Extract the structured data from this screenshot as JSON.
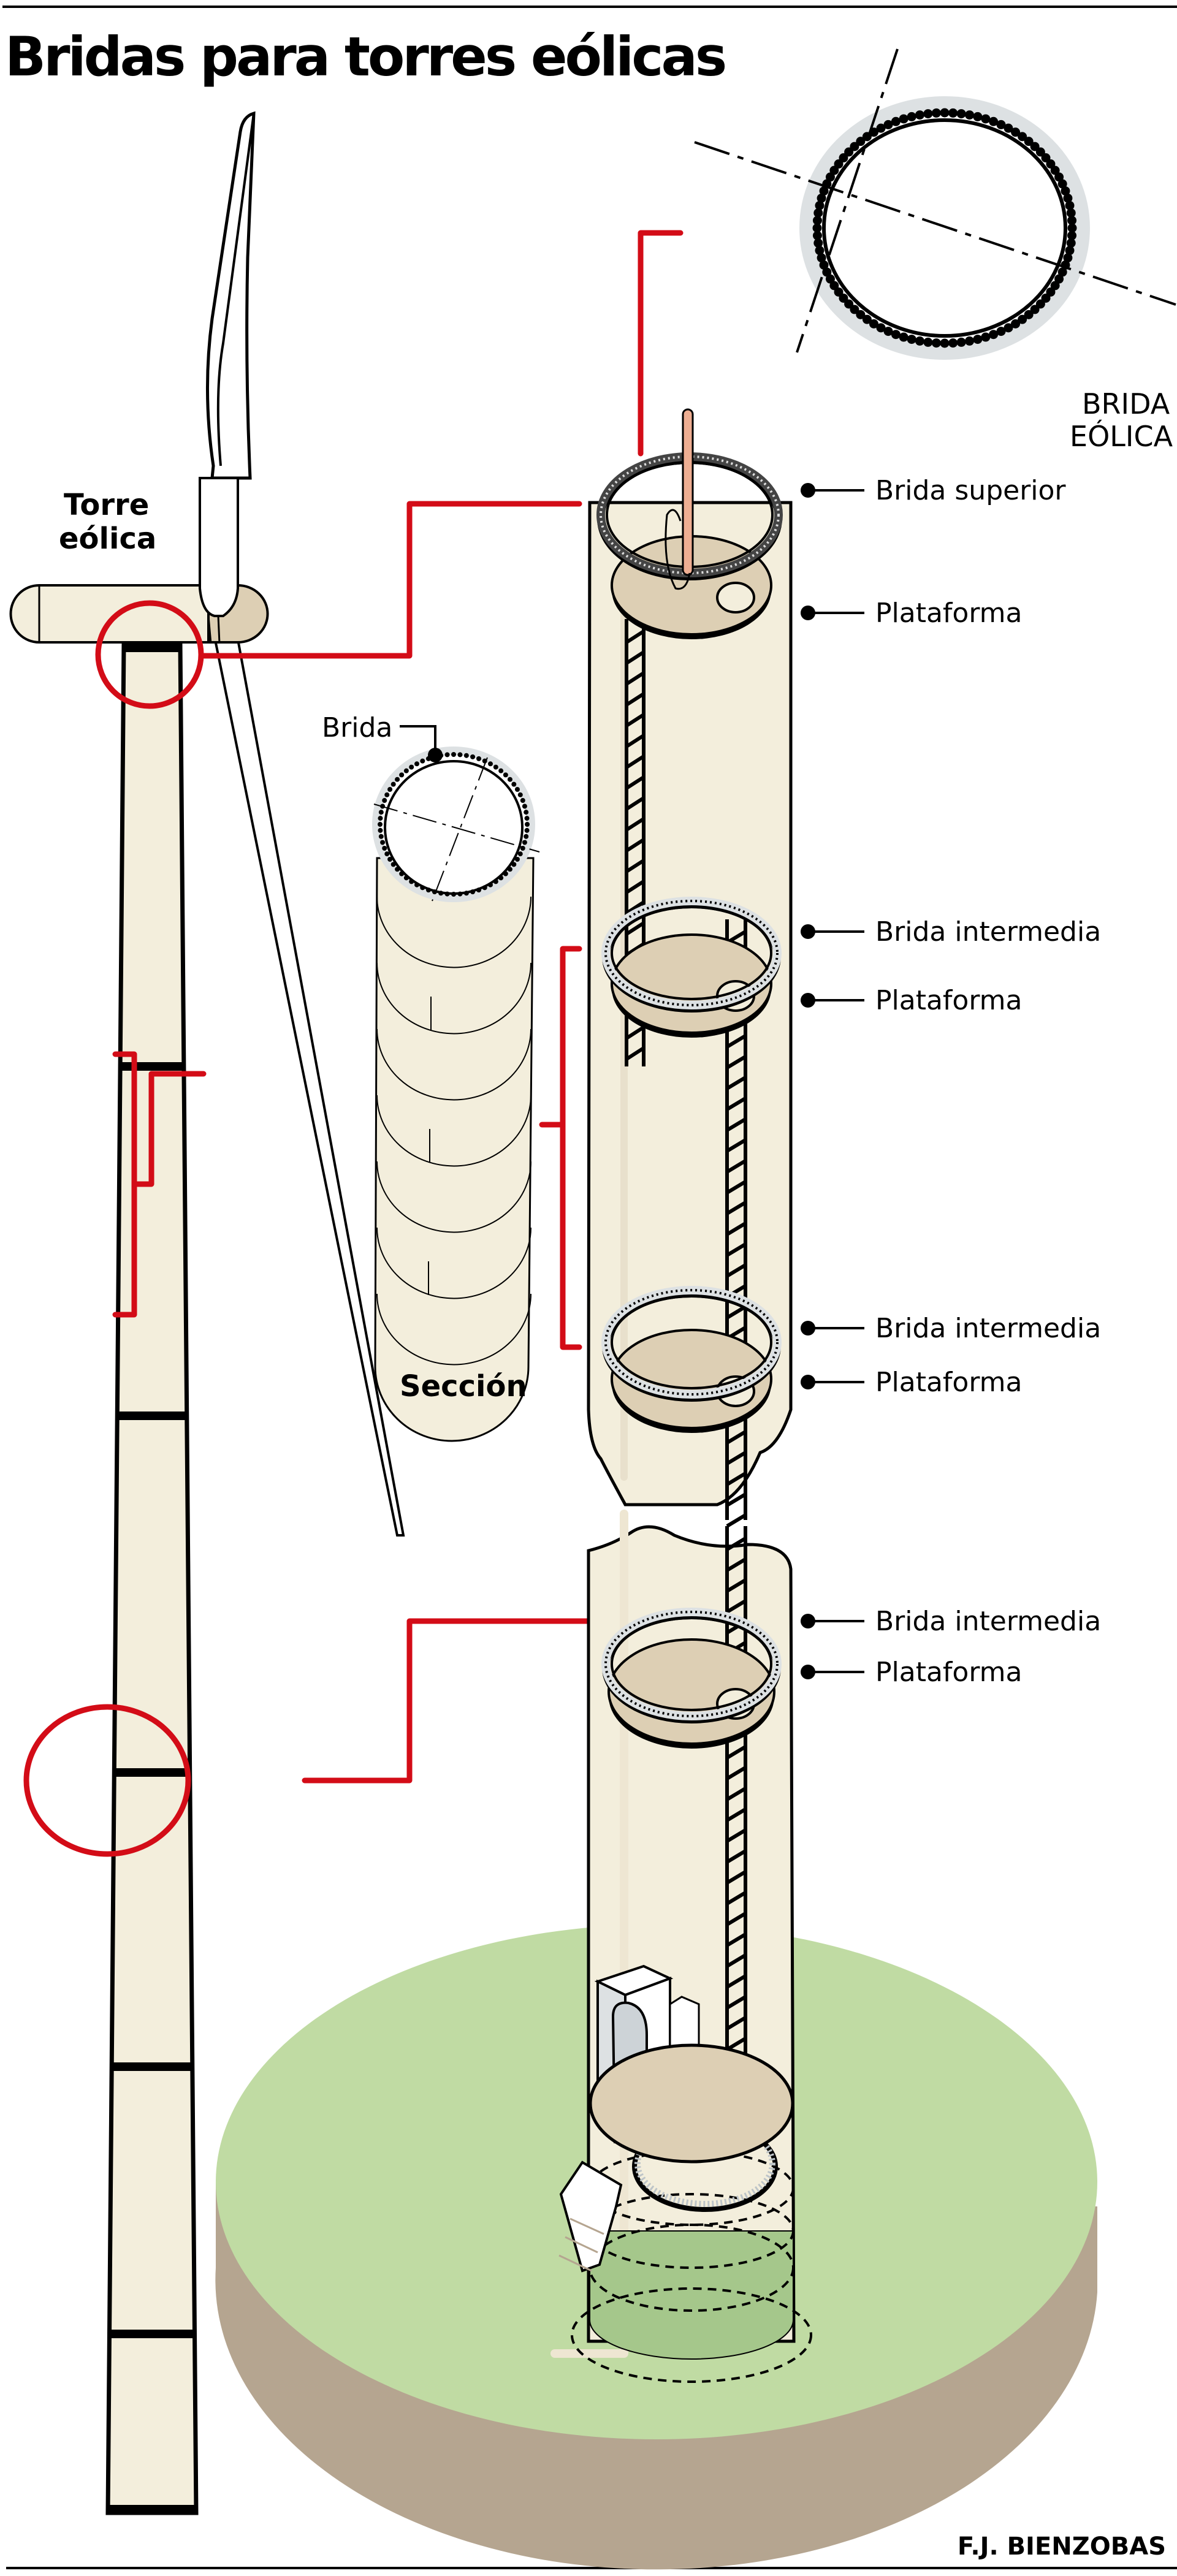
{
  "title": "Bridas para torres eólicas",
  "labels": {
    "tower_name_line1": "Torre",
    "tower_name_line2": "eólica",
    "flange_detail_line1": "BRIDA",
    "flange_detail_line2": "EÓLICA",
    "section_flange": "Brida",
    "section": "Sección",
    "callouts": [
      {
        "text": "Brida superior"
      },
      {
        "text": "Plataforma"
      },
      {
        "text": "Brida intermedia"
      },
      {
        "text": "Plataforma"
      },
      {
        "text": "Brida intermedia"
      },
      {
        "text": "Plataforma"
      },
      {
        "text": "Brida intermedia"
      },
      {
        "text": "Plataforma"
      }
    ]
  },
  "credit": "F.J. BIENZOBAS",
  "colors": {
    "accent_red": "#d30c17",
    "tower_cream": "#f3eedc",
    "platform_tan": "#ddcfb4",
    "flange_grey": "#dde1e3",
    "ground_green": "#c0dba3",
    "ground_soil": "#b5a590",
    "foundation_green": "#a5c78b",
    "cable_salmon": "#eeae92"
  }
}
